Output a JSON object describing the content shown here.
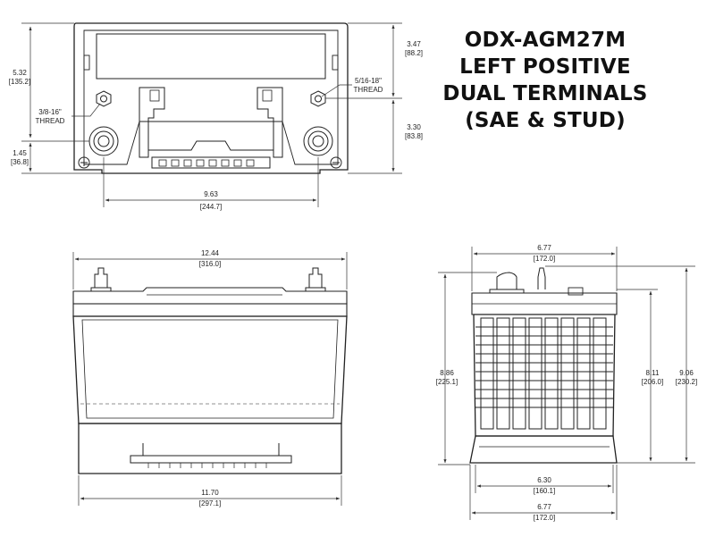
{
  "title": {
    "line1": "ODX-AGM27M",
    "line2": "LEFT POSITIVE",
    "line3": "DUAL TERMINALS",
    "line4": "(SAE & STUD)"
  },
  "top_view": {
    "dim_total_height": {
      "in": "5.32",
      "mm": "[135.2]"
    },
    "dim_stud_offset": {
      "in": "1.45",
      "mm": "[36.8]"
    },
    "dim_upper_right": {
      "in": "3.47",
      "mm": "[88.2]"
    },
    "dim_lower_right": {
      "in": "3.30",
      "mm": "[83.8]"
    },
    "dim_terminal_spacing": {
      "in": "9.63",
      "mm": "[244.7]"
    },
    "thread_left": {
      "line1": "3/8-16\"",
      "line2": "THREAD"
    },
    "thread_right": {
      "line1": "5/16-18\"",
      "line2": "THREAD"
    }
  },
  "front_view": {
    "dim_top_length": {
      "in": "12.44",
      "mm": "[316.0]"
    },
    "dim_base_length": {
      "in": "11.70",
      "mm": "[297.1]"
    }
  },
  "side_view": {
    "dim_top_width": {
      "in": "6.77",
      "mm": "[172.0]"
    },
    "dim_total_height_left": {
      "in": "8.86",
      "mm": "[225.1]"
    },
    "dim_box_height": {
      "in": "8.11",
      "mm": "[206.0]"
    },
    "dim_total_height_right": {
      "in": "9.06",
      "mm": "[230.2]"
    },
    "dim_base_width": {
      "in": "6.30",
      "mm": "[160.1]"
    },
    "dim_overall_width": {
      "in": "6.77",
      "mm": "[172.0]"
    }
  }
}
